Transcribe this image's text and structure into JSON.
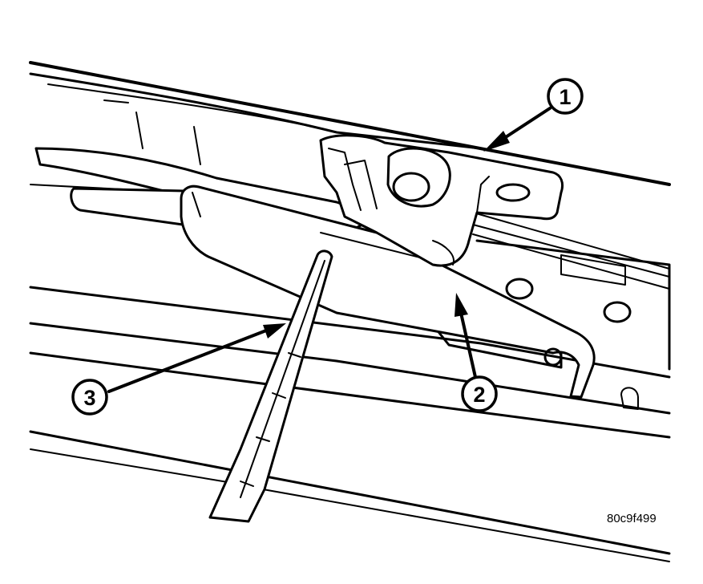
{
  "callouts": [
    {
      "label": "1"
    },
    {
      "label": "2"
    },
    {
      "label": "3"
    }
  ],
  "figure_id": "80c9f499"
}
